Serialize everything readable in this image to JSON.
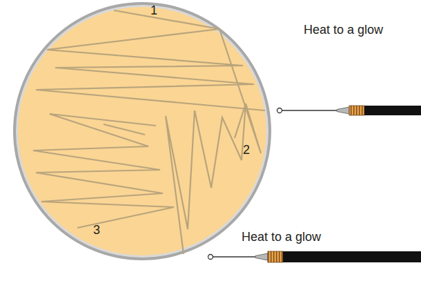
{
  "diagram": {
    "labels": [
      "1",
      "2",
      "3",
      "Heat to a glow",
      "Heat to a glow"
    ]
  }
}
